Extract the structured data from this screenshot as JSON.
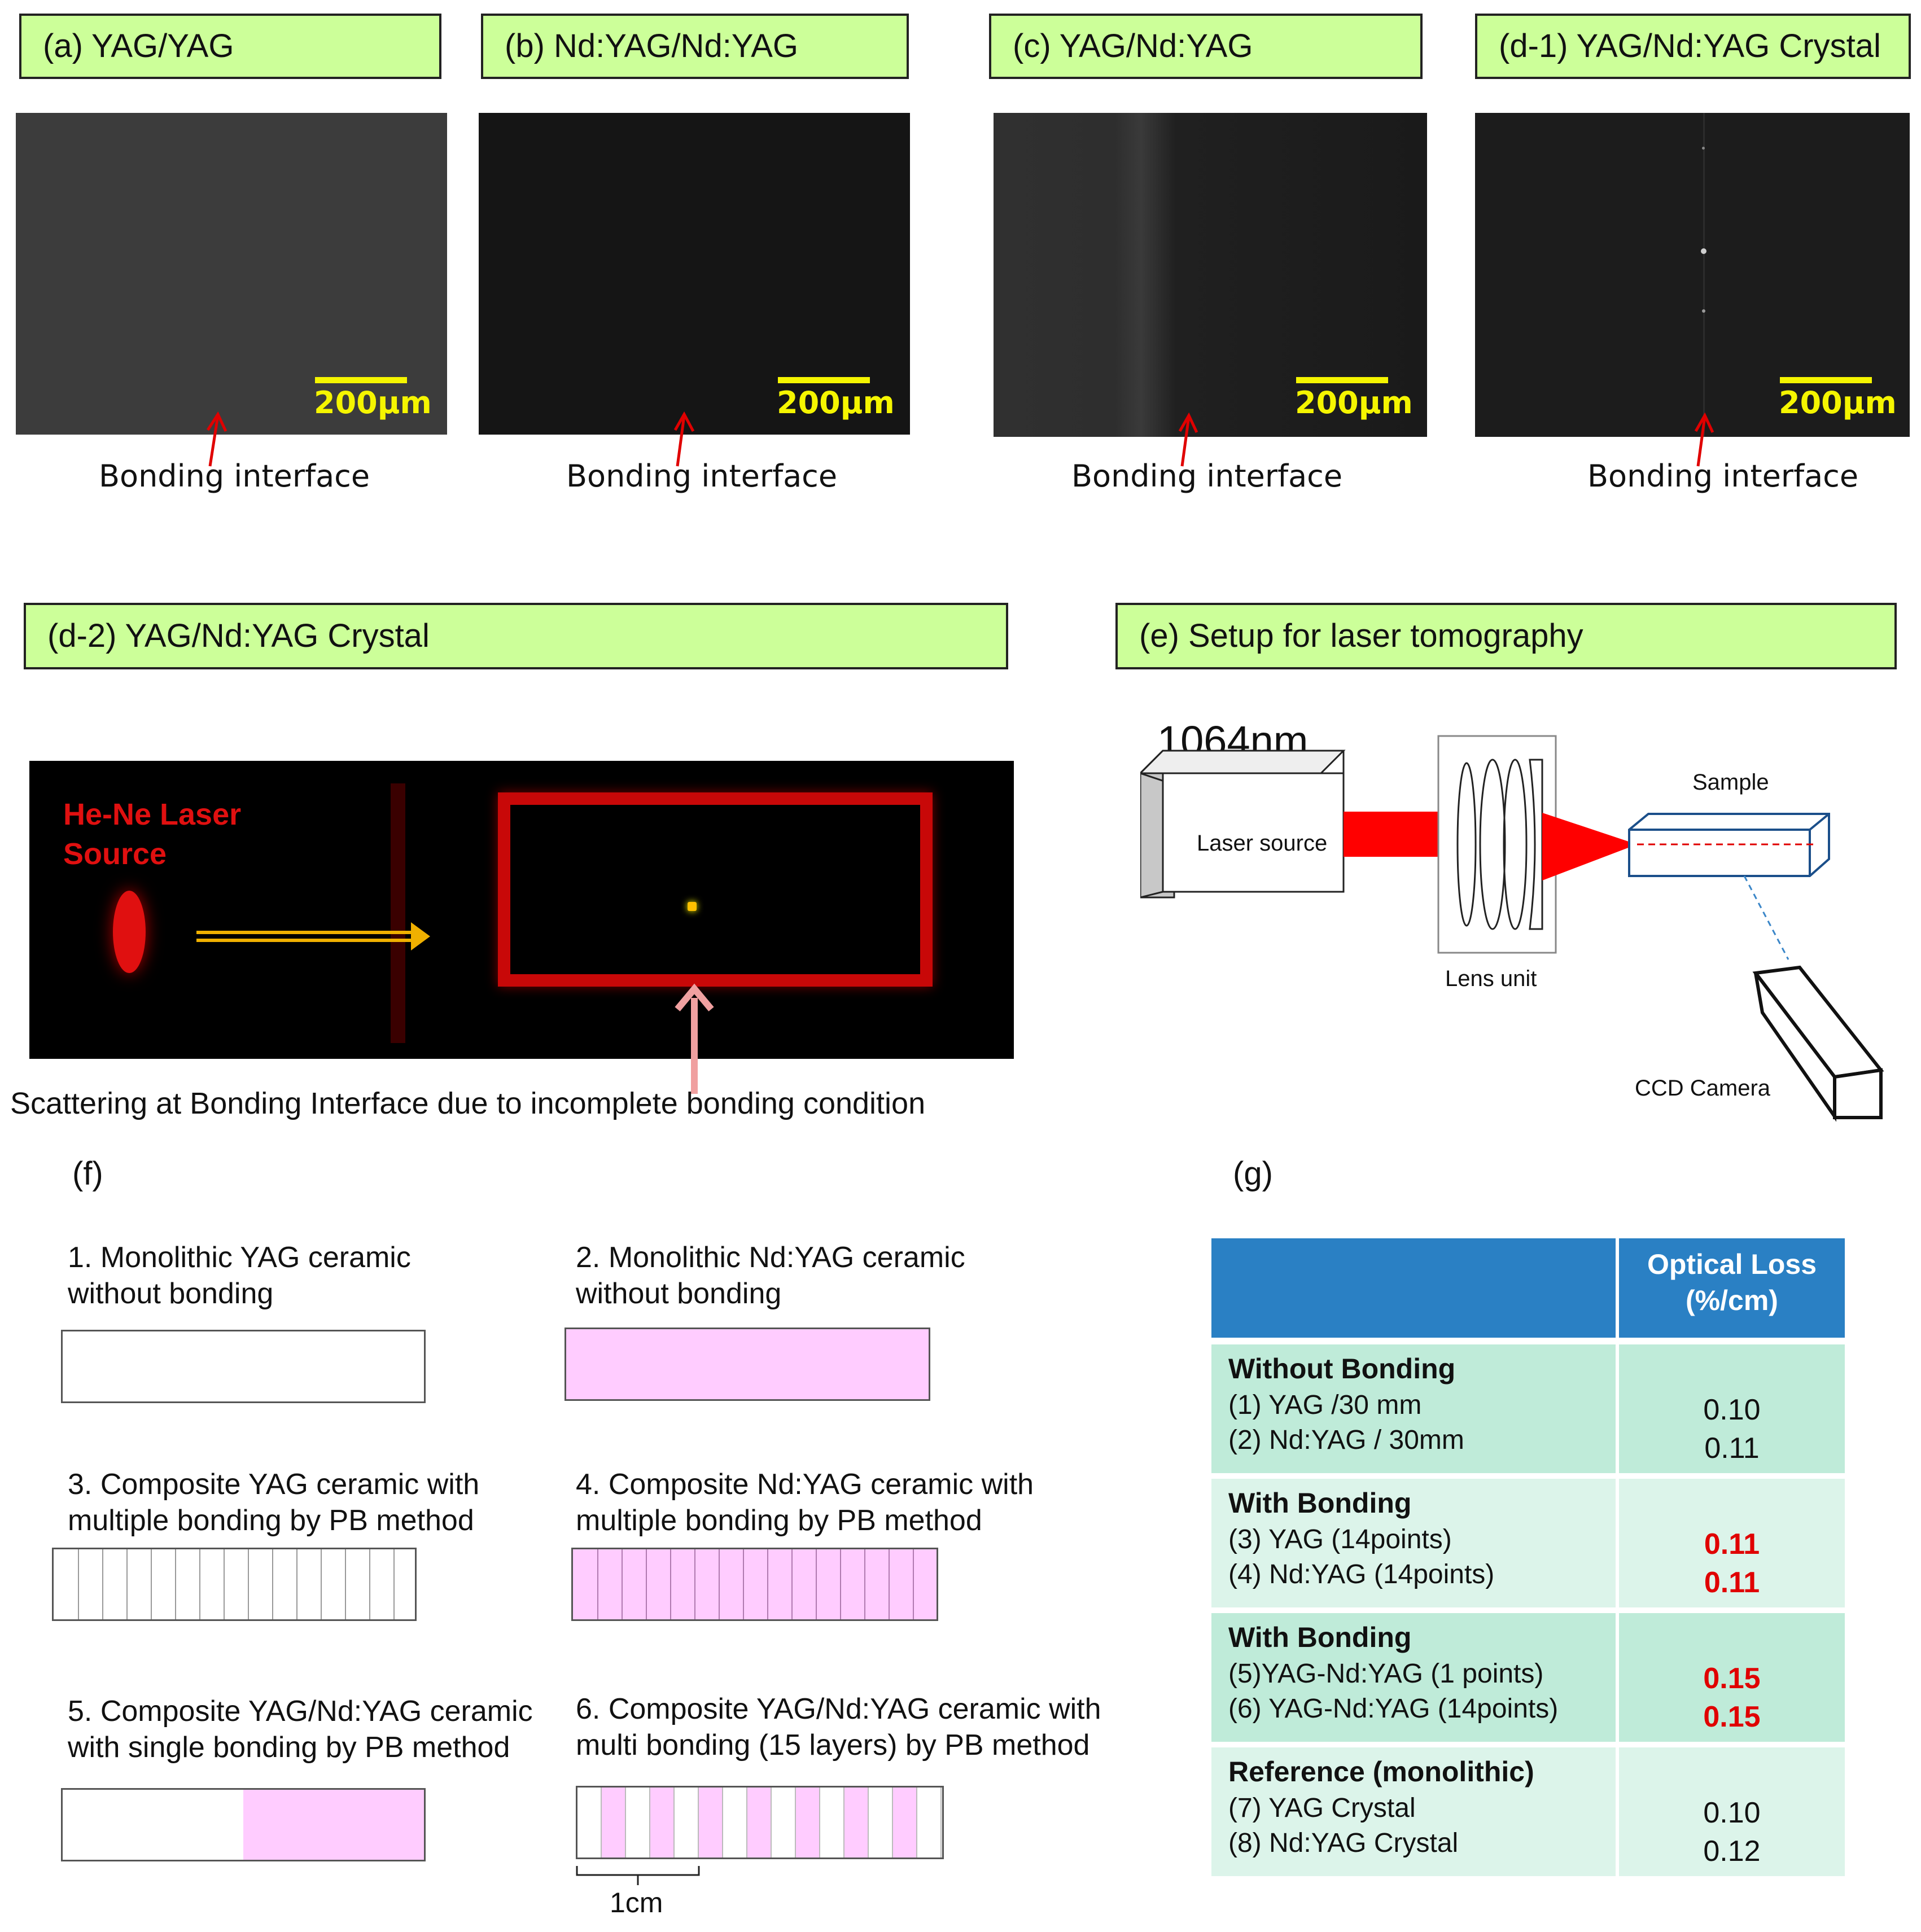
{
  "row1": {
    "panels": [
      {
        "label": "(a) YAG/YAG",
        "scale": "200μm",
        "bond": "Bonding interface"
      },
      {
        "label": "(b) Nd:YAG/Nd:YAG",
        "scale": "200μm",
        "bond": "Bonding interface"
      },
      {
        "label": "(c) YAG/Nd:YAG",
        "scale": "200μm",
        "bond": "Bonding interface"
      },
      {
        "label": "(d-1) YAG/Nd:YAG Crystal",
        "scale": "200μm",
        "bond": "Bonding interface"
      }
    ]
  },
  "d2": {
    "label": "(d-2) YAG/Nd:YAG Crystal",
    "source": [
      "He-Ne Laser",
      "Source"
    ],
    "caption": "Scattering at Bonding Interface due to incomplete bonding condition"
  },
  "e": {
    "label": "(e) Setup for laser tomography",
    "wavelength": "1064nm",
    "laser_source": "Laser source",
    "sample": "Sample",
    "lens_unit": "Lens unit",
    "ccd": "CCD Camera"
  },
  "f": {
    "letter": "(f)",
    "items": [
      {
        "line1": "1. Monolithic YAG ceramic",
        "line2": "without bonding"
      },
      {
        "line1": "2. Monolithic Nd:YAG ceramic",
        "line2": "without bonding"
      },
      {
        "line1": "3. Composite YAG ceramic with",
        "line2": "multiple bonding by PB method"
      },
      {
        "line1": "4. Composite Nd:YAG ceramic with",
        "line2": "multiple bonding by PB method"
      },
      {
        "line1": "5. Composite YAG/Nd:YAG ceramic",
        "line2": "with single bonding by PB method"
      },
      {
        "line1": "6. Composite YAG/Nd:YAG ceramic with",
        "line2": "multi bonding (15 layers) by PB method"
      }
    ],
    "scale_label": "1cm",
    "colors": {
      "pink": "#ffccff",
      "outline": "#555555"
    }
  },
  "g": {
    "letter": "(g)",
    "header": [
      "Optical Loss",
      "(%/cm)"
    ],
    "groups": [
      {
        "title": "Without Bonding",
        "items": [
          "(1) YAG /30 mm",
          "(2) Nd:YAG / 30mm"
        ],
        "values": [
          "0.10",
          "0.11"
        ],
        "highlight": false
      },
      {
        "title": "With Bonding",
        "items": [
          "(3) YAG (14points)",
          "(4) Nd:YAG (14points)"
        ],
        "values": [
          "0.11",
          "0.11"
        ],
        "highlight": true
      },
      {
        "title": "With Bonding",
        "items": [
          "(5)YAG-Nd:YAG (1 points)",
          "(6) YAG-Nd:YAG (14points)"
        ],
        "values": [
          "0.15",
          "0.15"
        ],
        "highlight": true
      },
      {
        "title": "Reference (monolithic)",
        "items": [
          "(7) YAG Crystal",
          "(8) Nd:YAG  Crystal"
        ],
        "values": [
          "0.10",
          "0.12"
        ],
        "highlight": false
      }
    ],
    "colors": {
      "header": "#2a80c4",
      "row_dark": "#bfebd9",
      "row_light": "#dcf4ea",
      "highlight": "#e00000"
    }
  }
}
